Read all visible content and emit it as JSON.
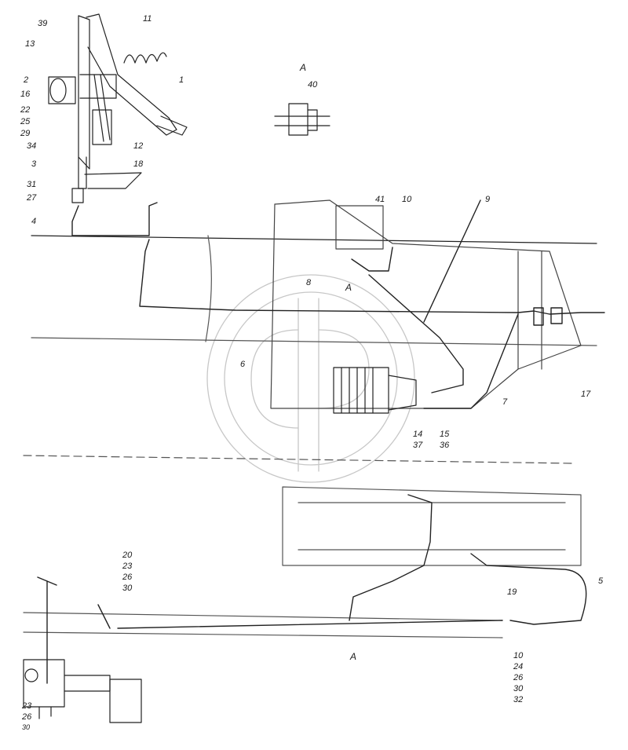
{
  "diagram": {
    "view_marker": "A",
    "callouts": {
      "c1": "1",
      "c2": "2",
      "c3": "3",
      "c4": "4",
      "c5": "5",
      "c6": "6",
      "c7": "7",
      "c8": "8",
      "c9": "9",
      "c10": "10",
      "c11": "11",
      "c12": "12",
      "c13": "13",
      "c16": "16",
      "c17": "17",
      "c18": "18",
      "c19": "19",
      "c22": "22",
      "c25": "25",
      "c27": "27",
      "c29": "29",
      "c31": "31",
      "c34": "34",
      "c39": "39",
      "c40": "40",
      "c41": "41",
      "c14_37": "14\n37",
      "c15_36": "15\n36",
      "c20_30": "20\n23\n26\n30",
      "c23_30": "23\n26",
      "c30b": "30",
      "c10_32": "10\n24\n26\n30\n32"
    }
  }
}
